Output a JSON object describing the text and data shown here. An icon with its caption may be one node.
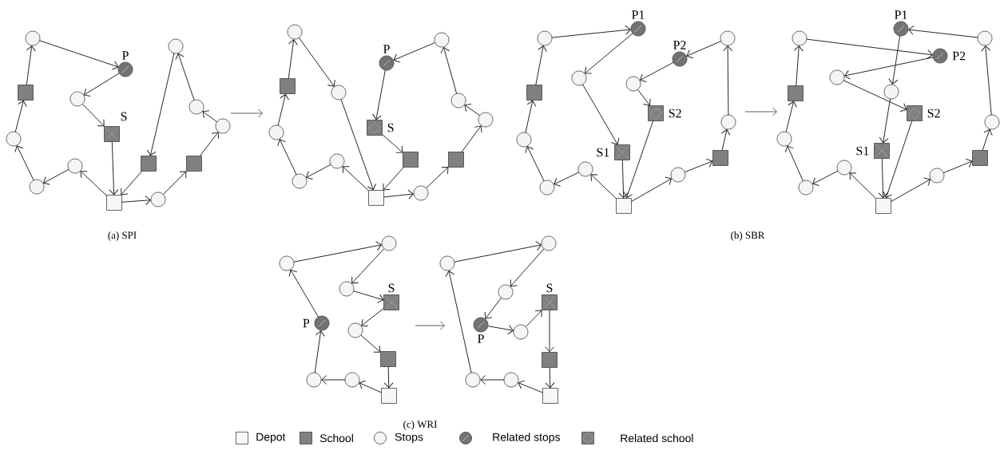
{
  "diagram": {
    "nodes": [
      {
        "text": [],
        "shape": "circle"
      },
      {
        "text": [],
        "shape": "slashed-circle",
        "beside": [
          "P"
        ]
      },
      {
        "text": [],
        "shape": "filled-square"
      },
      {
        "text": [],
        "shape": "circle"
      },
      {
        "text": [],
        "shape": "crossed-square",
        "beside": [
          "S"
        ]
      },
      {
        "text": [],
        "shape": "circle"
      },
      {
        "text": [],
        "shape": "circle"
      },
      {
        "text": [],
        "shape": "circle"
      },
      {
        "text": [],
        "shape": "circle"
      },
      {
        "text": [],
        "shape": "filled-square"
      },
      {
        "text": [],
        "shape": "filled-square"
      },
      {
        "text": [],
        "shape": "circle"
      },
      {
        "text": [],
        "shape": "circle"
      },
      {
        "text": [],
        "shape": "square"
      },
      {
        "text": [],
        "shape": "circle"
      },
      {
        "text": [],
        "shape": "circle"
      },
      {
        "text": [],
        "shape": "circle"
      },
      {
        "text": [],
        "shape": "slashed-circle",
        "beside": [
          "P"
        ]
      },
      {
        "text": [],
        "shape": "filled-square"
      },
      {
        "text": [],
        "shape": "circle"
      },
      {
        "text": [],
        "shape": "circle"
      },
      {
        "text": [],
        "shape": "circle"
      },
      {
        "text": [],
        "shape": "diamond-square",
        "beside": [
          "S"
        ]
      },
      {
        "text": [],
        "shape": "circle"
      },
      {
        "text": [],
        "shape": "filled-square"
      },
      {
        "text": [],
        "shape": "filled-square"
      },
      {
        "text": [],
        "shape": "circle"
      },
      {
        "text": [],
        "shape": "circle"
      },
      {
        "text": [],
        "shape": "circle"
      },
      {
        "text": [],
        "shape": "square"
      },
      {
        "text": [],
        "shape": "slashed-circle",
        "beside": [
          "P1"
        ]
      },
      {
        "text": [],
        "shape": "circle"
      },
      {
        "text": [],
        "shape": "circle"
      },
      {
        "text": [],
        "shape": "slashed-circle",
        "beside": [
          "P2"
        ]
      },
      {
        "text": [],
        "shape": "circle"
      },
      {
        "text": [],
        "shape": "circle"
      },
      {
        "text": [],
        "shape": "filled-square"
      },
      {
        "text": [],
        "shape": "diamond-square",
        "beside": [
          "S2"
        ]
      },
      {
        "text": [],
        "shape": "circle"
      },
      {
        "text": [],
        "shape": "circle"
      },
      {
        "text": [],
        "shape": "crossed-square",
        "beside": [
          "S1"
        ]
      },
      {
        "text": [],
        "shape": "filled-square"
      },
      {
        "text": [],
        "shape": "circle"
      },
      {
        "text": [],
        "shape": "circle"
      },
      {
        "text": [],
        "shape": "circle"
      },
      {
        "text": [],
        "shape": "square"
      },
      {
        "text": [],
        "shape": "slashed-circle",
        "beside": [
          "P1"
        ]
      },
      {
        "text": [],
        "shape": "circle"
      },
      {
        "text": [],
        "shape": "circle"
      },
      {
        "text": [],
        "shape": "slashed-circle",
        "beside": [
          "P2"
        ]
      },
      {
        "text": [],
        "shape": "circle"
      },
      {
        "text": [],
        "shape": "circle"
      },
      {
        "text": [],
        "shape": "filled-square"
      },
      {
        "text": [],
        "shape": "diamond-square",
        "beside": [
          "S2"
        ]
      },
      {
        "text": [],
        "shape": "circle"
      },
      {
        "text": [],
        "shape": "circle"
      },
      {
        "text": [],
        "shape": "crossed-square",
        "beside": [
          "S1"
        ]
      },
      {
        "text": [],
        "shape": "filled-square"
      },
      {
        "text": [],
        "shape": "circle"
      },
      {
        "text": [],
        "shape": "circle"
      },
      {
        "text": [],
        "shape": "circle"
      },
      {
        "text": [],
        "shape": "square"
      },
      {
        "text": [],
        "shape": "circle"
      },
      {
        "text": [],
        "shape": "circle"
      },
      {
        "text": [],
        "shape": "circle"
      },
      {
        "text": [],
        "shape": "crossed-square",
        "beside": [
          "S"
        ]
      },
      {
        "text": [],
        "shape": "slashed-circle",
        "beside": [
          "P"
        ]
      },
      {
        "text": [],
        "shape": "circle"
      },
      {
        "text": [],
        "shape": "filled-square"
      },
      {
        "text": [],
        "shape": "circle"
      },
      {
        "text": [],
        "shape": "circle"
      },
      {
        "text": [],
        "shape": "square"
      },
      {
        "text": [],
        "shape": "circle"
      },
      {
        "text": [],
        "shape": "circle"
      },
      {
        "text": [],
        "shape": "circle"
      },
      {
        "text": [],
        "shape": "crossed-square",
        "beside": [
          "S"
        ]
      },
      {
        "text": [],
        "shape": "slashed-circle",
        "beside": [
          "P"
        ]
      },
      {
        "text": [],
        "shape": "circle"
      },
      {
        "text": [],
        "shape": "filled-square"
      },
      {
        "text": [],
        "shape": "circle"
      },
      {
        "text": [],
        "shape": "circle"
      },
      {
        "text": [],
        "shape": "square"
      }
    ],
    "edges": [
      {
        "from": 13,
        "to": 11,
        "arrow": "to"
      },
      {
        "from": 11,
        "to": 12,
        "arrow": "to"
      },
      {
        "from": 12,
        "to": 5,
        "arrow": "to"
      },
      {
        "from": 5,
        "to": 2,
        "arrow": "to"
      },
      {
        "from": 2,
        "to": 0,
        "arrow": "to"
      },
      {
        "from": 0,
        "to": 1,
        "arrow": "to"
      },
      {
        "from": 1,
        "to": 3,
        "arrow": "to"
      },
      {
        "from": 3,
        "to": 4,
        "arrow": "to"
      },
      {
        "from": 4,
        "to": 13,
        "arrow": "to"
      },
      {
        "from": 13,
        "to": 14,
        "arrow": "to"
      },
      {
        "from": 14,
        "to": 10,
        "arrow": "to"
      },
      {
        "from": 10,
        "to": 8,
        "arrow": "to"
      },
      {
        "from": 8,
        "to": 7,
        "arrow": "to"
      },
      {
        "from": 7,
        "to": 6,
        "arrow": "to"
      },
      {
        "from": 6,
        "to": 9,
        "arrow": "to"
      },
      {
        "from": 9,
        "to": 13,
        "arrow": "to"
      },
      {
        "from": 29,
        "to": 26,
        "arrow": "to"
      },
      {
        "from": 26,
        "to": 27,
        "arrow": "to"
      },
      {
        "from": 27,
        "to": 23,
        "arrow": "to"
      },
      {
        "from": 23,
        "to": 18,
        "arrow": "to"
      },
      {
        "from": 18,
        "to": 15,
        "arrow": "to"
      },
      {
        "from": 15,
        "to": 19,
        "arrow": "to"
      },
      {
        "from": 19,
        "to": 29,
        "arrow": "to"
      },
      {
        "from": 29,
        "to": 28,
        "arrow": "to"
      },
      {
        "from": 28,
        "to": 25,
        "arrow": "to"
      },
      {
        "from": 25,
        "to": 21,
        "arrow": "to"
      },
      {
        "from": 21,
        "to": 20,
        "arrow": "to"
      },
      {
        "from": 20,
        "to": 16,
        "arrow": "to"
      },
      {
        "from": 16,
        "to": 17,
        "arrow": "to"
      },
      {
        "from": 17,
        "to": 22,
        "arrow": "to"
      },
      {
        "from": 22,
        "to": 24,
        "arrow": "to"
      },
      {
        "from": 24,
        "to": 29,
        "arrow": "to"
      },
      {
        "from": 45,
        "to": 42,
        "arrow": "to"
      },
      {
        "from": 42,
        "to": 44,
        "arrow": "to"
      },
      {
        "from": 44,
        "to": 39,
        "arrow": "to"
      },
      {
        "from": 39,
        "to": 36,
        "arrow": "to"
      },
      {
        "from": 36,
        "to": 31,
        "arrow": "to"
      },
      {
        "from": 31,
        "to": 30,
        "arrow": "to"
      },
      {
        "from": 30,
        "to": 34,
        "arrow": "to"
      },
      {
        "from": 34,
        "to": 40,
        "arrow": "to"
      },
      {
        "from": 40,
        "to": 45,
        "arrow": "to"
      },
      {
        "from": 45,
        "to": 43,
        "arrow": "to"
      },
      {
        "from": 43,
        "to": 41,
        "arrow": "to"
      },
      {
        "from": 41,
        "to": 38,
        "arrow": "to"
      },
      {
        "from": 38,
        "to": 32,
        "arrow": "to"
      },
      {
        "from": 32,
        "to": 33,
        "arrow": "to"
      },
      {
        "from": 33,
        "to": 35,
        "arrow": "to"
      },
      {
        "from": 35,
        "to": 37,
        "arrow": "to"
      },
      {
        "from": 37,
        "to": 45,
        "arrow": "to"
      },
      {
        "from": 61,
        "to": 58,
        "arrow": "to"
      },
      {
        "from": 58,
        "to": 60,
        "arrow": "to"
      },
      {
        "from": 60,
        "to": 55,
        "arrow": "to"
      },
      {
        "from": 55,
        "to": 52,
        "arrow": "to"
      },
      {
        "from": 52,
        "to": 47,
        "arrow": "to"
      },
      {
        "from": 47,
        "to": 49,
        "arrow": "to"
      },
      {
        "from": 49,
        "to": 50,
        "arrow": "to"
      },
      {
        "from": 50,
        "to": 53,
        "arrow": "to"
      },
      {
        "from": 53,
        "to": 61,
        "arrow": "to"
      },
      {
        "from": 61,
        "to": 59,
        "arrow": "to"
      },
      {
        "from": 59,
        "to": 57,
        "arrow": "to"
      },
      {
        "from": 57,
        "to": 54,
        "arrow": "to"
      },
      {
        "from": 54,
        "to": 48,
        "arrow": "to"
      },
      {
        "from": 48,
        "to": 46,
        "arrow": "to"
      },
      {
        "from": 46,
        "to": 51,
        "arrow": "to"
      },
      {
        "from": 51,
        "to": 56,
        "arrow": "to"
      },
      {
        "from": 56,
        "to": 61,
        "arrow": "to"
      },
      {
        "from": 71,
        "to": 70,
        "arrow": "to"
      },
      {
        "from": 70,
        "to": 69,
        "arrow": "to"
      },
      {
        "from": 69,
        "to": 66,
        "arrow": "to"
      },
      {
        "from": 66,
        "to": 63,
        "arrow": "to"
      },
      {
        "from": 63,
        "to": 62,
        "arrow": "to"
      },
      {
        "from": 62,
        "to": 64,
        "arrow": "to"
      },
      {
        "from": 64,
        "to": 65,
        "arrow": "to"
      },
      {
        "from": 65,
        "to": 67,
        "arrow": "to"
      },
      {
        "from": 67,
        "to": 68,
        "arrow": "to"
      },
      {
        "from": 68,
        "to": 71,
        "arrow": "to"
      },
      {
        "from": 81,
        "to": 80,
        "arrow": "to"
      },
      {
        "from": 80,
        "to": 79,
        "arrow": "to"
      },
      {
        "from": 79,
        "to": 73,
        "arrow": "to"
      },
      {
        "from": 73,
        "to": 72,
        "arrow": "to"
      },
      {
        "from": 72,
        "to": 74,
        "arrow": "to"
      },
      {
        "from": 74,
        "to": 76,
        "arrow": "to"
      },
      {
        "from": 76,
        "to": 77,
        "arrow": "to"
      },
      {
        "from": 77,
        "to": 75,
        "arrow": "to"
      },
      {
        "from": 75,
        "to": 78,
        "arrow": "to"
      },
      {
        "from": 78,
        "to": 81,
        "arrow": "to"
      }
    ],
    "labels": [
      "(a) SPI",
      "(b) SBR",
      "(c) WRI"
    ],
    "legend": [
      {
        "text": "Depot"
      },
      {
        "text": "School"
      },
      {
        "text": "Stops"
      },
      {
        "text": "Related stops"
      },
      {
        "text": "Related school"
      }
    ]
  }
}
